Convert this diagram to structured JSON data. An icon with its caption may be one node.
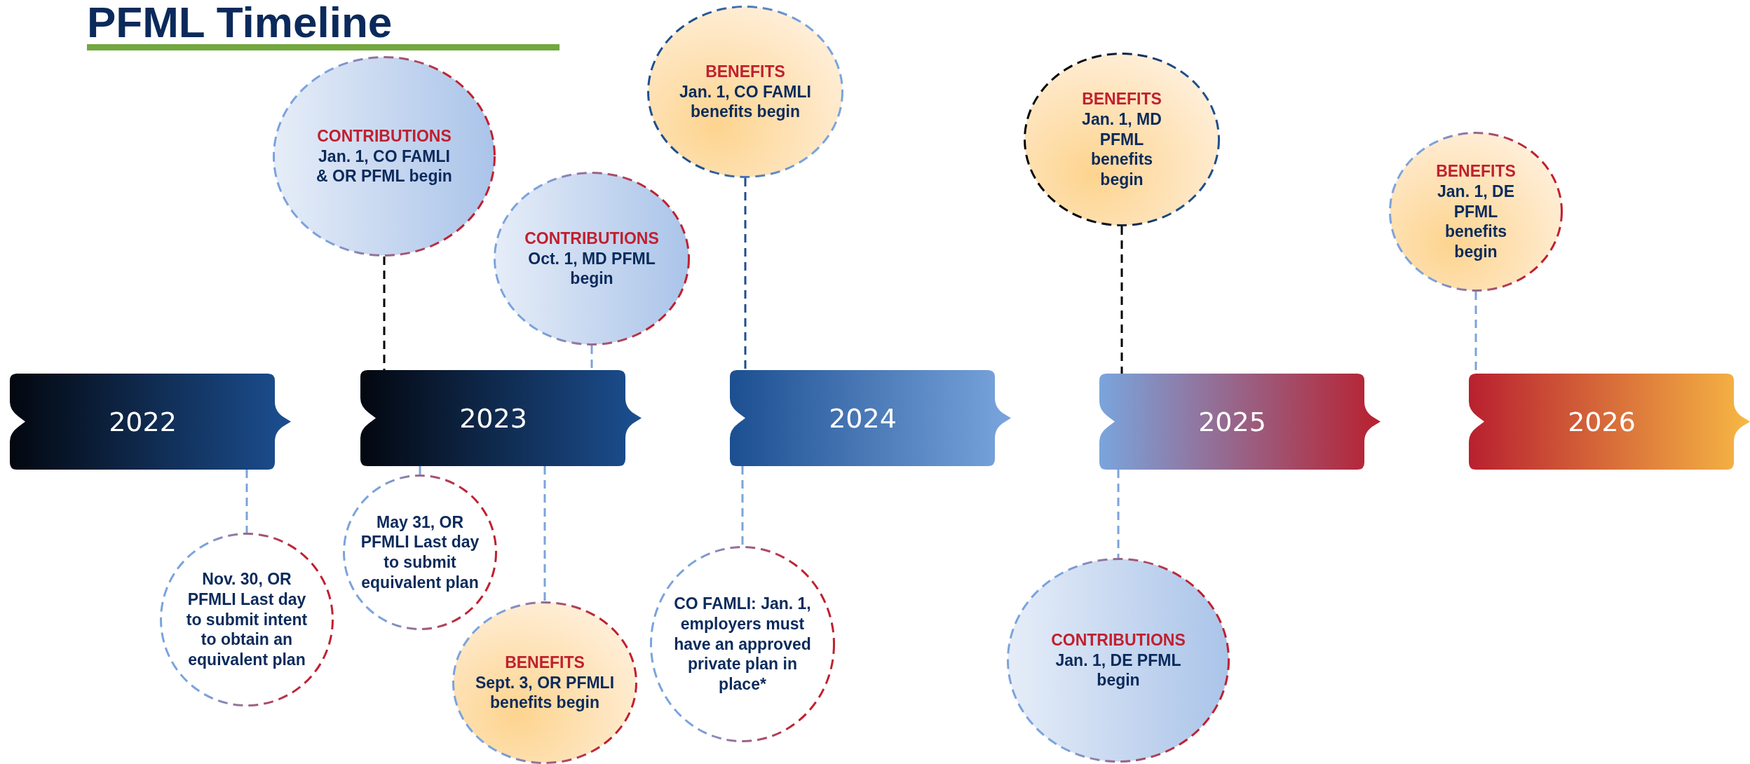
{
  "diagram": {
    "title": "PFML Timeline",
    "nodes": [
      {
        "text": [
          "2022"
        ]
      },
      {
        "text": [
          "2023"
        ]
      },
      {
        "text": [
          "2024"
        ]
      },
      {
        "text": [
          "2025"
        ]
      },
      {
        "text": [
          "2026"
        ]
      },
      {
        "text": [
          "CONTRIBUTIONS",
          "Jan. 1, CO FAMLI & OR PFML begin"
        ]
      },
      {
        "text": [
          "CONTRIBUTIONS",
          "Oct. 1, MD PFML begin"
        ]
      },
      {
        "text": [
          "BENEFITS",
          "Jan. 1, CO FAMLI benefits begin"
        ]
      },
      {
        "text": [
          "BENEFITS",
          "Jan. 1, MD PFML benefits begin"
        ]
      },
      {
        "text": [
          "BENEFITS",
          "Jan. 1, DE PFML benefits begin"
        ]
      },
      {
        "text": [
          "Nov. 30, OR PFMLI Last day to submit intent to obtain an equivalent plan"
        ]
      },
      {
        "text": [
          "May 31, OR PFMLI Last day to submit equivalent plan"
        ]
      },
      {
        "text": [
          "BENEFITS",
          "Sept. 3, OR PFMLI benefits begin"
        ]
      },
      {
        "text": [
          "CO FAMLI: Jan. 1, employers must have an approved private plan in place*"
        ]
      },
      {
        "text": [
          "CONTRIBUTIONS",
          "Jan. 1, DE PFML begin"
        ]
      }
    ],
    "edges": [
      {
        "from": 5,
        "to": 1,
        "arrow": "none",
        "style": "dashed",
        "color": "#000000"
      },
      {
        "from": 6,
        "to": 1,
        "arrow": "none",
        "style": "dashed"
      },
      {
        "from": 7,
        "to": 2,
        "arrow": "none",
        "style": "dashed",
        "color": "#1f4f8f"
      },
      {
        "from": 8,
        "to": 3,
        "arrow": "none",
        "style": "dashed",
        "color": "#000000"
      },
      {
        "from": 9,
        "to": 4,
        "arrow": "none",
        "style": "dashed"
      },
      {
        "from": 0,
        "to": 10,
        "arrow": "none",
        "style": "dashed"
      },
      {
        "from": 1,
        "to": 11,
        "arrow": "none",
        "style": "dashed"
      },
      {
        "from": 1,
        "to": 12,
        "arrow": "none",
        "style": "dashed"
      },
      {
        "from": 2,
        "to": 13,
        "arrow": "none",
        "style": "dashed"
      },
      {
        "from": 3,
        "to": 14,
        "arrow": "none",
        "style": "dashed"
      }
    ]
  }
}
